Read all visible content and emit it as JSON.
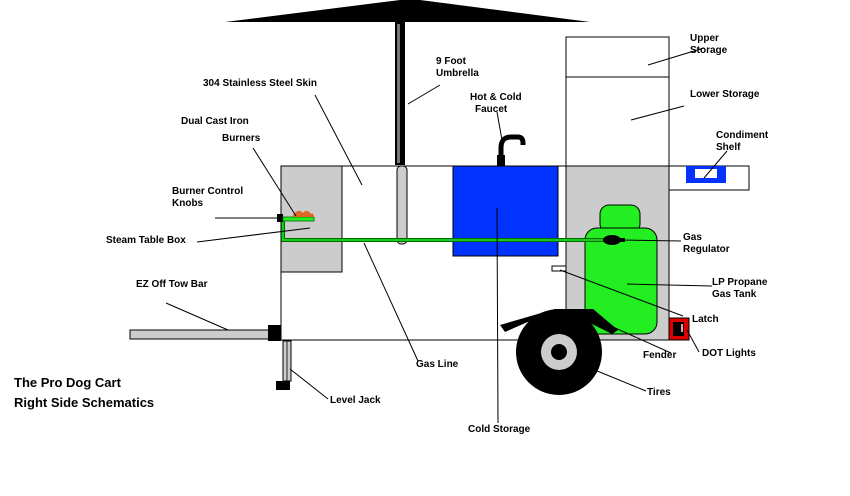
{
  "title": {
    "line1": "The Pro Dog Cart",
    "line2": "Right Side Schematics"
  },
  "labels": {
    "upper_storage": [
      "Upper",
      "Storage"
    ],
    "umbrella": [
      "9 Foot",
      "Umbrella"
    ],
    "skin": "304 Stainless Steel  Skin",
    "faucet": [
      "Hot & Cold",
      "Faucet"
    ],
    "lower_storage": "Lower Storage",
    "burners": [
      "Dual Cast Iron",
      "Burners"
    ],
    "condiment": [
      "Condiment",
      "Shelf"
    ],
    "knobs": [
      "Burner Control",
      "Knobs"
    ],
    "steam_table": "Steam Table Box",
    "gas_regulator": [
      "Gas",
      "Regulator"
    ],
    "tow_bar": "EZ Off Tow Bar",
    "propane": [
      "LP Propane",
      "Gas Tank"
    ],
    "latch": "Latch",
    "fender": "Fender",
    "dot_lights": "DOT Lights",
    "gas_line": "Gas Line",
    "tires": "Tires",
    "level_jack": "Level Jack",
    "cold_storage": "Cold Storage"
  },
  "colors": {
    "gray": "#cccccc",
    "blue": "#0033ff",
    "green": "#22ee22",
    "dark_green": "#006600",
    "black": "#000000",
    "red": "#dd0000",
    "orange": "#dd6622"
  }
}
